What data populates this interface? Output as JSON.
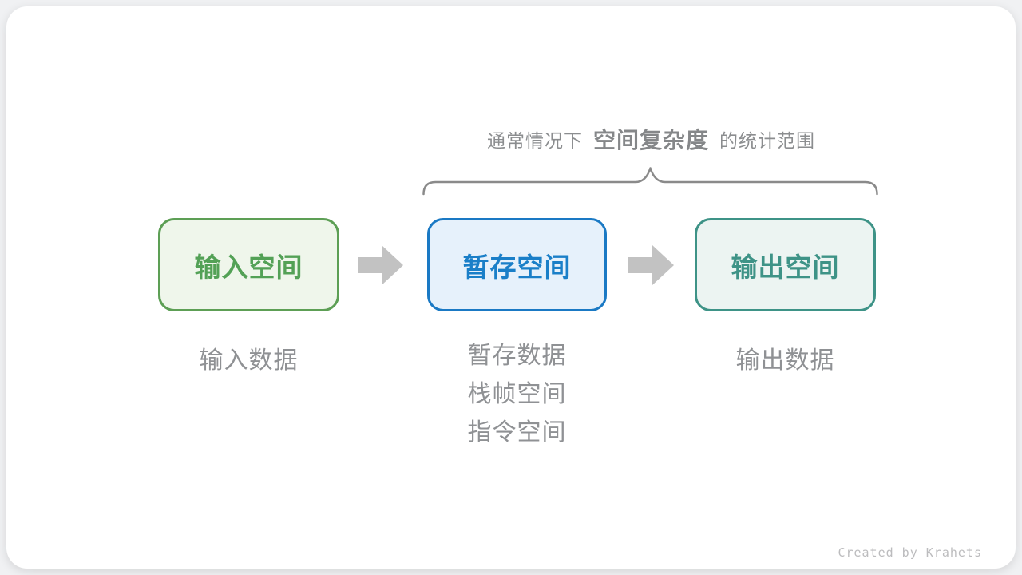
{
  "page": {
    "background_color": "#f0f1f3",
    "card_color": "#ffffff"
  },
  "title": {
    "prefix": "通常情况下",
    "highlight": "空间复杂度",
    "suffix": "的统计范围"
  },
  "brace": {
    "color": "#8a8a8a"
  },
  "boxes": [
    {
      "label": "输入空间",
      "border_color": "#5d9f55",
      "background_color": "#eff6eb",
      "text_color": "#53a156"
    },
    {
      "label": "暂存空间",
      "border_color": "#1a79c4",
      "background_color": "#e6f1fb",
      "text_color": "#1a7fc8"
    },
    {
      "label": "输出空间",
      "border_color": "#3e9387",
      "background_color": "#ecf4f2",
      "text_color": "#3e9387"
    }
  ],
  "arrows": {
    "color": "#c2c2c2",
    "direction": "right"
  },
  "sublabels": {
    "input": "输入数据",
    "temp": [
      "暂存数据",
      "栈帧空间",
      "指令空间"
    ],
    "output": "输出数据"
  },
  "credit": "Created by Krahets"
}
